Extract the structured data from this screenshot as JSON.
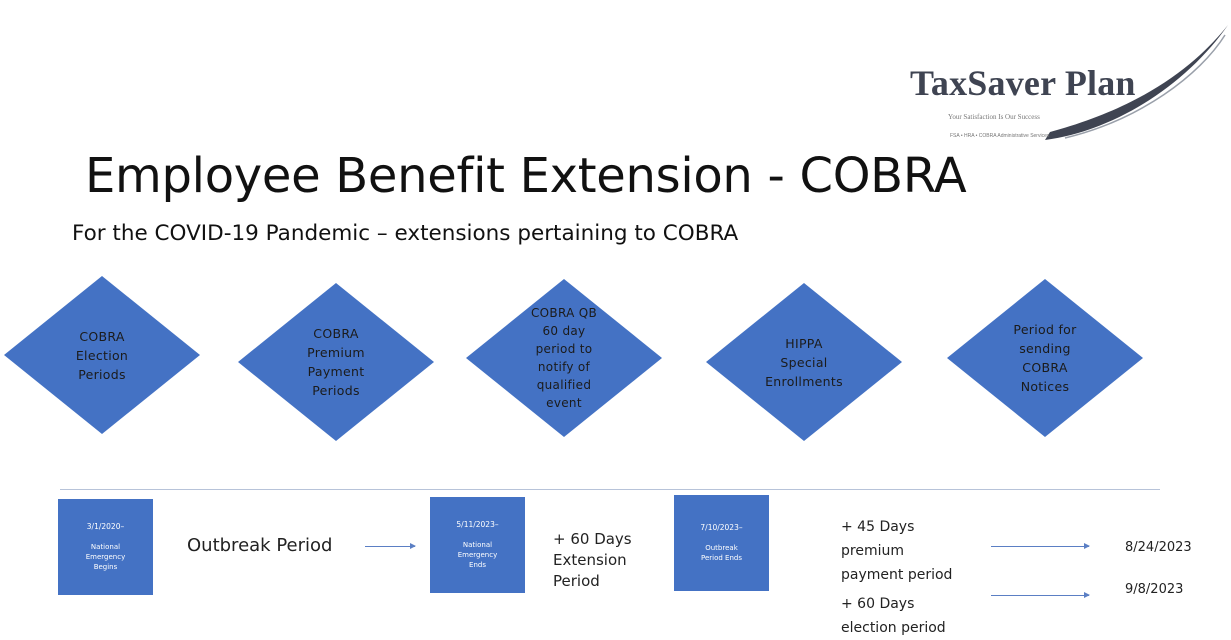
{
  "logo": {
    "brand": "TaxSaver Plan",
    "tagline": "Your Satisfaction Is Our Success",
    "services": "FSA • HRA • COBRA Administrative Services"
  },
  "title": "Employee Benefit Extension - COBRA",
  "subtitle": "For the COVID-19 Pandemic –  extensions pertaining to COBRA",
  "diamonds": [
    "COBRA\nElection\nPeriods",
    "COBRA\nPremium\nPayment\nPeriods",
    "COBRA QB\n60 day\nperiod to\nnotify of\nqualified\nevent",
    "HIPPA\nSpecial\nEnrollments",
    "Period for\nsending\nCOBRA\nNotices"
  ],
  "timeline": {
    "events": [
      {
        "date": "3/1/2020–",
        "label": "National\nEmergency\nBegins"
      },
      {
        "date": "5/11/2023–",
        "label": "National\nEmergency\nEnds"
      },
      {
        "date": "7/10/2023–",
        "label": "Outbreak\nPeriod Ends"
      }
    ],
    "outbreak_period": "Outbreak Period",
    "extension": "+ 60 Days\nExtension\nPeriod",
    "premium": "+ 45 Days\npremium\npayment period",
    "election": "+ 60 Days\nelection period",
    "premium_date": "8/24/2023",
    "election_date": "9/8/2023"
  },
  "colors": {
    "accent": "#4472c4"
  }
}
